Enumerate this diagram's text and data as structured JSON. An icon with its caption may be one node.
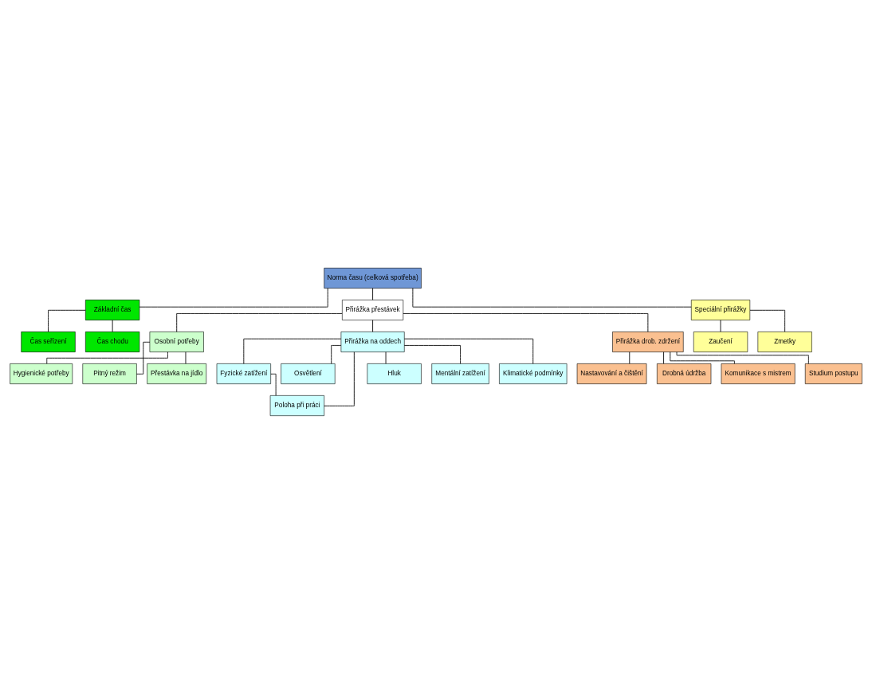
{
  "diagram": {
    "nodes": [
      {
        "text": [
          "Norma času (celková spotřeba)"
        ]
      },
      {
        "text": [
          "Základní čas"
        ]
      },
      {
        "text": [
          "Přirážka přestávek"
        ]
      },
      {
        "text": [
          "Speciální přirážky"
        ]
      },
      {
        "text": [
          "Čas seřízení"
        ]
      },
      {
        "text": [
          "Čas chodu"
        ]
      },
      {
        "text": [
          "Zaučení"
        ]
      },
      {
        "text": [
          "Zmetky"
        ]
      },
      {
        "text": [
          "Osobní potřeby"
        ]
      },
      {
        "text": [
          "Přirážka na oddech"
        ]
      },
      {
        "text": [
          "Přirážka drob. zdržení"
        ]
      },
      {
        "text": [
          "Hygienické potřeby"
        ]
      },
      {
        "text": [
          "Pitný režim"
        ]
      },
      {
        "text": [
          "Přestávka na jídlo"
        ]
      },
      {
        "text": [
          "Fyzické zatížení"
        ]
      },
      {
        "text": [
          "Osvětlení"
        ]
      },
      {
        "text": [
          "Poloha při práci"
        ]
      },
      {
        "text": [
          "Hluk"
        ]
      },
      {
        "text": [
          "Mentální zatížení"
        ]
      },
      {
        "text": [
          "Klimatické podmínky"
        ]
      },
      {
        "text": [
          "Nastavování a čištění"
        ]
      },
      {
        "text": [
          "Drobná údržba"
        ]
      },
      {
        "text": [
          "Komunikace s mistrem"
        ]
      },
      {
        "text": [
          "Studium postupu"
        ]
      }
    ],
    "edges": [
      {
        "from": 0,
        "to": 1,
        "arrow": "none"
      },
      {
        "from": 0,
        "to": 2,
        "arrow": "none"
      },
      {
        "from": 0,
        "to": 3,
        "arrow": "none"
      },
      {
        "from": 1,
        "to": 4,
        "arrow": "none"
      },
      {
        "from": 1,
        "to": 5,
        "arrow": "none"
      },
      {
        "from": 3,
        "to": 6,
        "arrow": "none"
      },
      {
        "from": 3,
        "to": 7,
        "arrow": "none"
      },
      {
        "from": 2,
        "to": 8,
        "arrow": "none"
      },
      {
        "from": 2,
        "to": 9,
        "arrow": "none"
      },
      {
        "from": 2,
        "to": 10,
        "arrow": "none"
      },
      {
        "from": 8,
        "to": 11,
        "arrow": "none"
      },
      {
        "from": 8,
        "to": 12,
        "arrow": "none"
      },
      {
        "from": 8,
        "to": 13,
        "arrow": "none"
      },
      {
        "from": 9,
        "to": 14,
        "arrow": "none"
      },
      {
        "from": 9,
        "to": 15,
        "arrow": "none"
      },
      {
        "from": 9,
        "to": 16,
        "arrow": "none"
      },
      {
        "from": 9,
        "to": 17,
        "arrow": "none"
      },
      {
        "from": 9,
        "to": 18,
        "arrow": "none"
      },
      {
        "from": 9,
        "to": 19,
        "arrow": "none"
      },
      {
        "from": 14,
        "to": 16,
        "arrow": "none"
      },
      {
        "from": 10,
        "to": 20,
        "arrow": "none"
      },
      {
        "from": 10,
        "to": 21,
        "arrow": "none"
      },
      {
        "from": 10,
        "to": 22,
        "arrow": "none"
      },
      {
        "from": 10,
        "to": 23,
        "arrow": "none"
      }
    ]
  }
}
